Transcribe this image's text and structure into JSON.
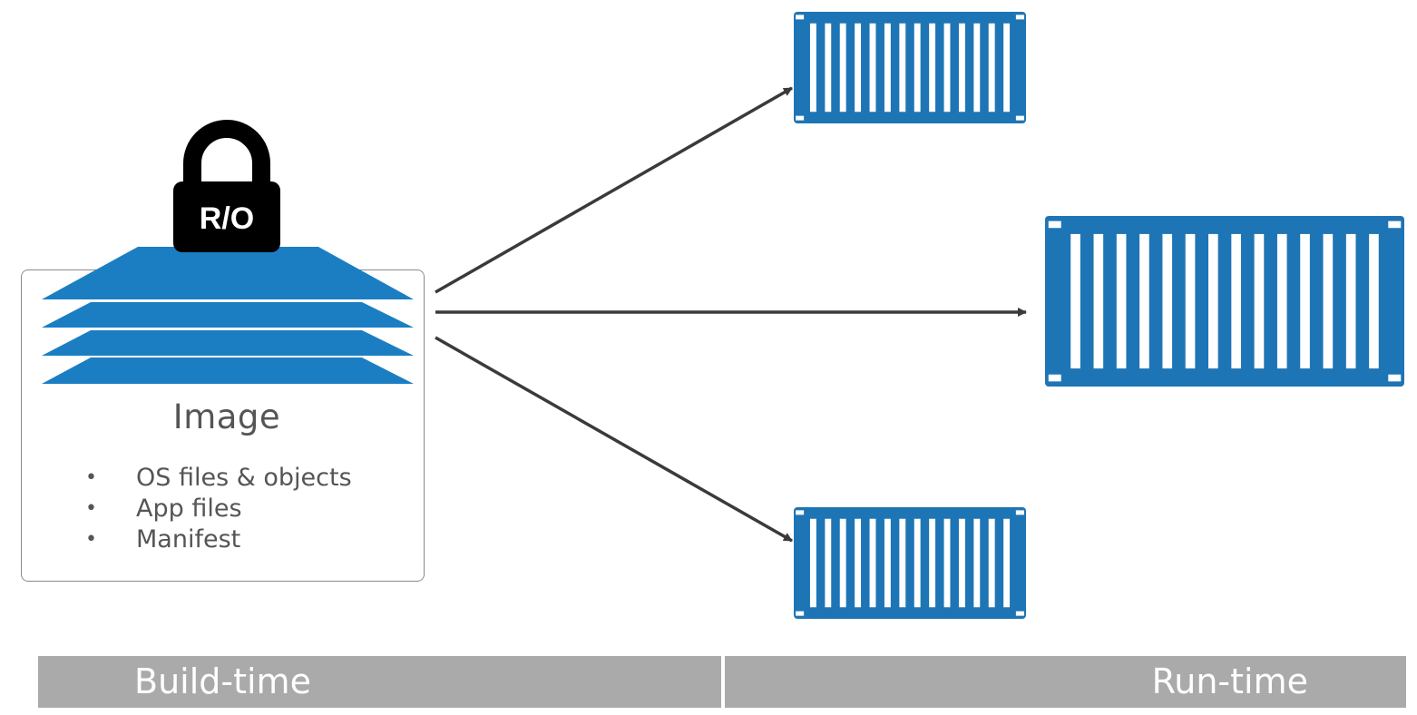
{
  "colors": {
    "layer_blue": "#1b7ec2",
    "container_blue": "#1e75b5",
    "arrow": "#3a3a3a",
    "lock": "#000000",
    "timeline_bar": "#aaaaaa"
  },
  "lock": {
    "label": "R/O",
    "icon": "padlock"
  },
  "image": {
    "title": "Image",
    "bullets": [
      "OS files & objects",
      "App files",
      "Manifest"
    ]
  },
  "containers": [
    {
      "icon": "shipping-container",
      "size": "small"
    },
    {
      "icon": "shipping-container",
      "size": "large"
    },
    {
      "icon": "shipping-container",
      "size": "small"
    }
  ],
  "timeline": {
    "build_label": "Build-time",
    "run_label": "Run-time"
  }
}
